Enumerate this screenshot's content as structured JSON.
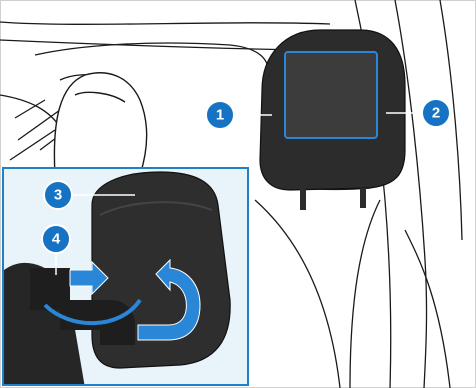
{
  "callouts": [
    {
      "label": "1"
    },
    {
      "label": "2"
    },
    {
      "label": "3"
    },
    {
      "label": "4"
    }
  ],
  "colors": {
    "callout_fill": "#1673c4",
    "callout_border": "#ffffff",
    "inset_background": "#e9f3fa",
    "inset_border": "#1f7fc7",
    "arrow_fill": "#2a86d6",
    "headrest": "#2c2c2c",
    "screen": "#3c3c3c",
    "screen_border": "#2a86d6",
    "line_art": "#1a1a1a"
  },
  "icons": {
    "forward_arrow": "curved-arrow-icon",
    "rotate_arrow": "rotate-arrow-icon"
  }
}
